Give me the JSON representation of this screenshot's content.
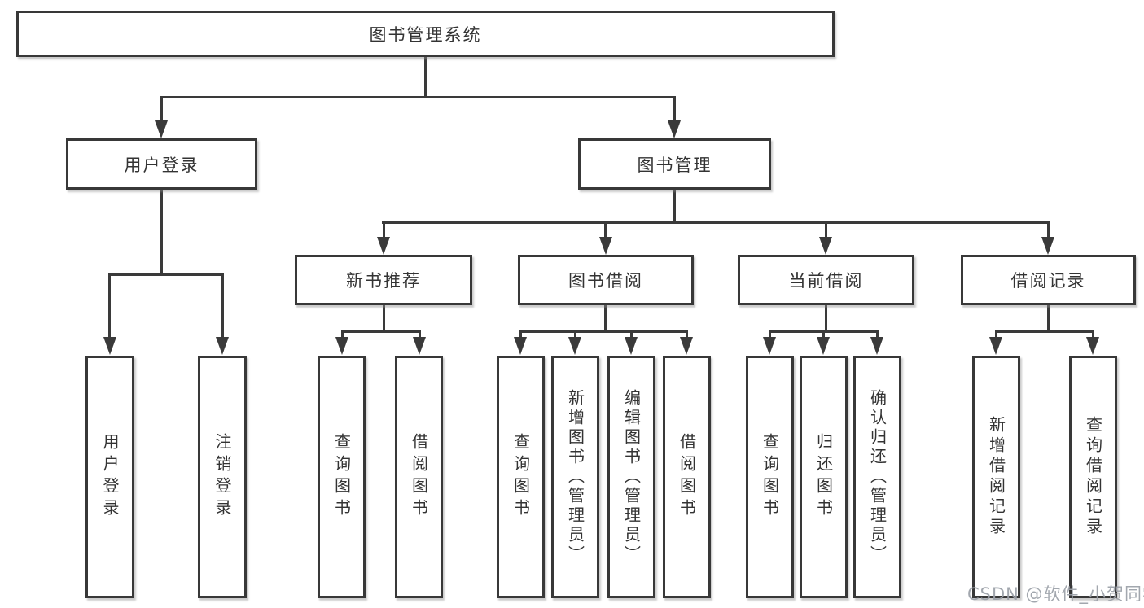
{
  "diagram": {
    "type": "hierarchy-flowchart",
    "nodes": {
      "root": {
        "label": "图书管理系统"
      },
      "user_login": {
        "label": "用户登录"
      },
      "book_mgmt": {
        "label": "图书管理"
      },
      "new_book_rec": {
        "label": "新书推荐"
      },
      "book_borrow": {
        "label": "图书借阅"
      },
      "current_borrow": {
        "label": "当前借阅"
      },
      "borrow_records": {
        "label": "借阅记录"
      },
      "ul_login": {
        "label": "用户登录"
      },
      "ul_logout": {
        "label": "注销登录"
      },
      "nr_query": {
        "label": "查询图书"
      },
      "nr_borrow": {
        "label": "借阅图书"
      },
      "bb_query": {
        "label": "查询图书"
      },
      "bb_add": {
        "label": "新增图书（管理员）"
      },
      "bb_edit": {
        "label": "编辑图书（管理员）"
      },
      "bb_borrow": {
        "label": "借阅图书"
      },
      "cb_query": {
        "label": "查询图书"
      },
      "cb_return": {
        "label": "归还图书"
      },
      "cb_confirm": {
        "label": "确认归还（管理员）"
      },
      "br_add": {
        "label": "新增借阅记录"
      },
      "br_query": {
        "label": "查询借阅记录"
      }
    },
    "edges": [
      [
        "root",
        "user_login"
      ],
      [
        "root",
        "book_mgmt"
      ],
      [
        "user_login",
        "ul_login"
      ],
      [
        "user_login",
        "ul_logout"
      ],
      [
        "book_mgmt",
        "new_book_rec"
      ],
      [
        "book_mgmt",
        "book_borrow"
      ],
      [
        "book_mgmt",
        "current_borrow"
      ],
      [
        "book_mgmt",
        "borrow_records"
      ],
      [
        "new_book_rec",
        "nr_query"
      ],
      [
        "new_book_rec",
        "nr_borrow"
      ],
      [
        "book_borrow",
        "bb_query"
      ],
      [
        "book_borrow",
        "bb_add"
      ],
      [
        "book_borrow",
        "bb_edit"
      ],
      [
        "book_borrow",
        "bb_borrow"
      ],
      [
        "current_borrow",
        "cb_query"
      ],
      [
        "current_borrow",
        "cb_return"
      ],
      [
        "current_borrow",
        "cb_confirm"
      ],
      [
        "borrow_records",
        "br_add"
      ],
      [
        "borrow_records",
        "br_query"
      ]
    ],
    "colors": {
      "line": "#3a3a3a",
      "text": "#333333",
      "box_background": "#ffffff",
      "watermark_text": "#9ba0a8"
    }
  },
  "watermark": {
    "text": "CSDN @软件_小贺同学"
  }
}
